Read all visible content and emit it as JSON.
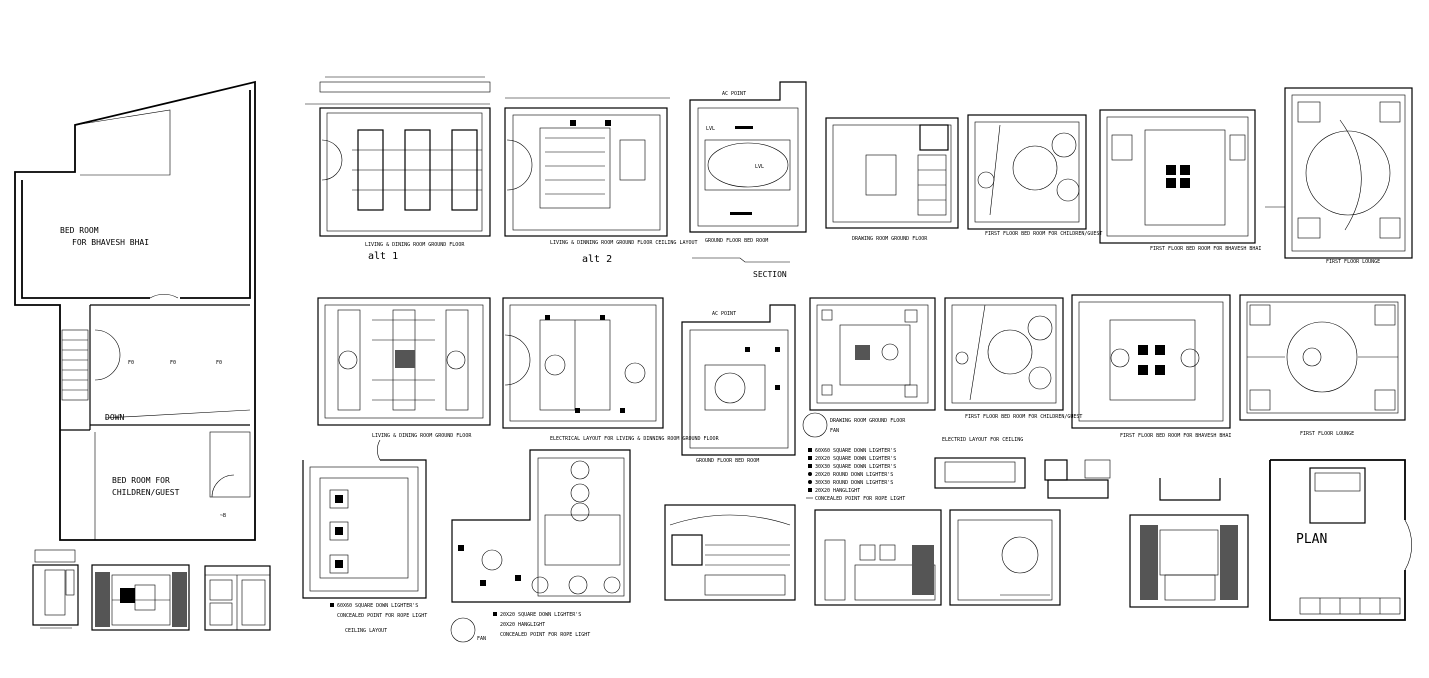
{
  "main_plan": {
    "bed_room_1": [
      "BED ROOM",
      "FOR BHAVESH BHAI"
    ],
    "bed_room_2": [
      "BED ROOM FOR",
      "CHILDREN/GUEST"
    ],
    "down_label": "DOWN"
  },
  "row1": {
    "alt1_caption": "LIVING & DINING ROOM GROUND FLOOR",
    "alt1_label": "alt 1",
    "alt2_caption": "LIVING & DINNING ROOM GROUND FLOOR CEILING LAYOUT",
    "alt2_label": "alt 2",
    "gf_bed_caption": "GROUND FLOOR BED ROOM",
    "gf_bed_ac": "AC POINT",
    "section_label": "SECTION",
    "drawing_caption": "DRAWING ROOM GROUND FLOOR",
    "ff_bed_child_caption": "FIRST FLOOR BED ROOM FOR CHILDREN/GUEST",
    "ff_bed_bhavesh_caption": "FIRST FLOOR BED ROOM FOR BHAVESH BHAI",
    "ff_lounge_caption": "FIRST FLOOR LOUNGE",
    "lvl_label": "LVL"
  },
  "row2": {
    "living_caption": "LIVING & DINING ROOM GROUND FLOOR",
    "electrical_caption": "ELECTRICAL LAYOUT FOR LIVING & DINNING ROOM GROUND FLOOR",
    "gf_bed_caption": "GROUND FLOOR BED ROOM",
    "ac_point": "AC POINT",
    "drawing_caption": "DRAWING ROOM GROUND FLOOR",
    "ff_child_caption": "FIRST FLOOR BED ROOM FOR CHILDREN/GUEST",
    "ff_bhavesh_caption": "FIRST FLOOR BED ROOM FOR BHAVESH BHAI",
    "ff_lounge_caption": "FIRST FLOOR LOUNGE",
    "fan_label": "FAN"
  },
  "legend": {
    "title": "ELECTRID LAYOUT FOR CEILING",
    "items": [
      "60X60 SQUARE DOWN LIGHTER'S",
      "20X20 SQUARE DOWN LIGHTER'S",
      "30X30 SQUARE DOWN LIGHTER'S",
      "20X20 ROUND DOWN LIGHTER'S",
      "30X30 ROUND DOWN LIGHTER'S",
      "20X20 HANGLIGHT",
      "CONCEALED POINT FOR ROPE LIGHT"
    ]
  },
  "row3": {
    "ceiling_caption": "CEILING LAYOUT",
    "legend_small_1": "60X60 SQUARE DOWN LIGHTER'S",
    "legend_small_2": "CONCEALED POINT FOR ROPE LIGHT",
    "legend_small_3": "20X20 SQUARE DOWN LIGHTER'S",
    "legend_small_4": "20X20 HANGLIGHT",
    "legend_small_5": "CONCEALED POINT FOR ROPE LIGHT",
    "fan_label": "FAN",
    "plan_label": "PLAN"
  }
}
